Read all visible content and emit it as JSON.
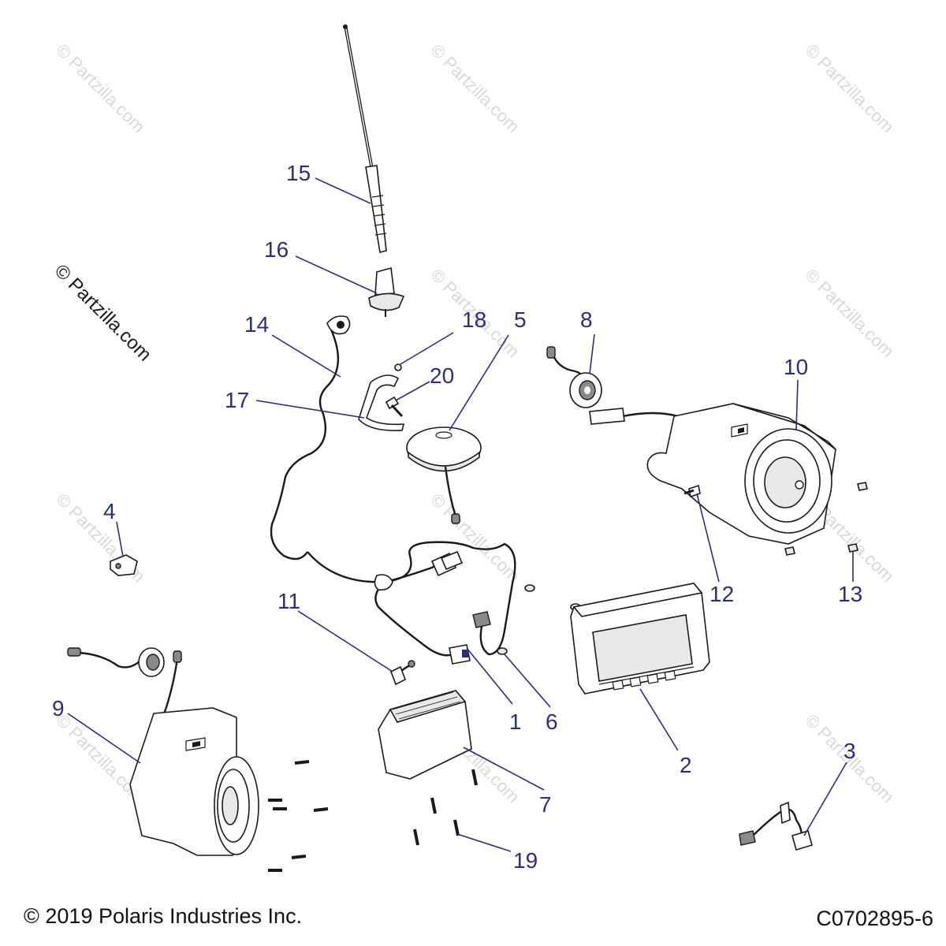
{
  "watermark": {
    "text": "© Partzilla.com"
  },
  "side_watermark": {
    "text": "© Partzilla.com"
  },
  "footer": {
    "copyright": "© 2019 Polaris Industries Inc.",
    "diagram_code": "C0702895-6"
  },
  "callouts": {
    "c1": "1",
    "c2": "2",
    "c3": "3",
    "c4": "4",
    "c5": "5",
    "c6": "6",
    "c7": "7",
    "c8": "8",
    "c9": "9",
    "c10": "10",
    "c11": "11",
    "c12": "12",
    "c13": "13",
    "c14": "14",
    "c15": "15",
    "c16": "16",
    "c17": "17",
    "c18": "18",
    "c19": "19",
    "c20": "20"
  }
}
